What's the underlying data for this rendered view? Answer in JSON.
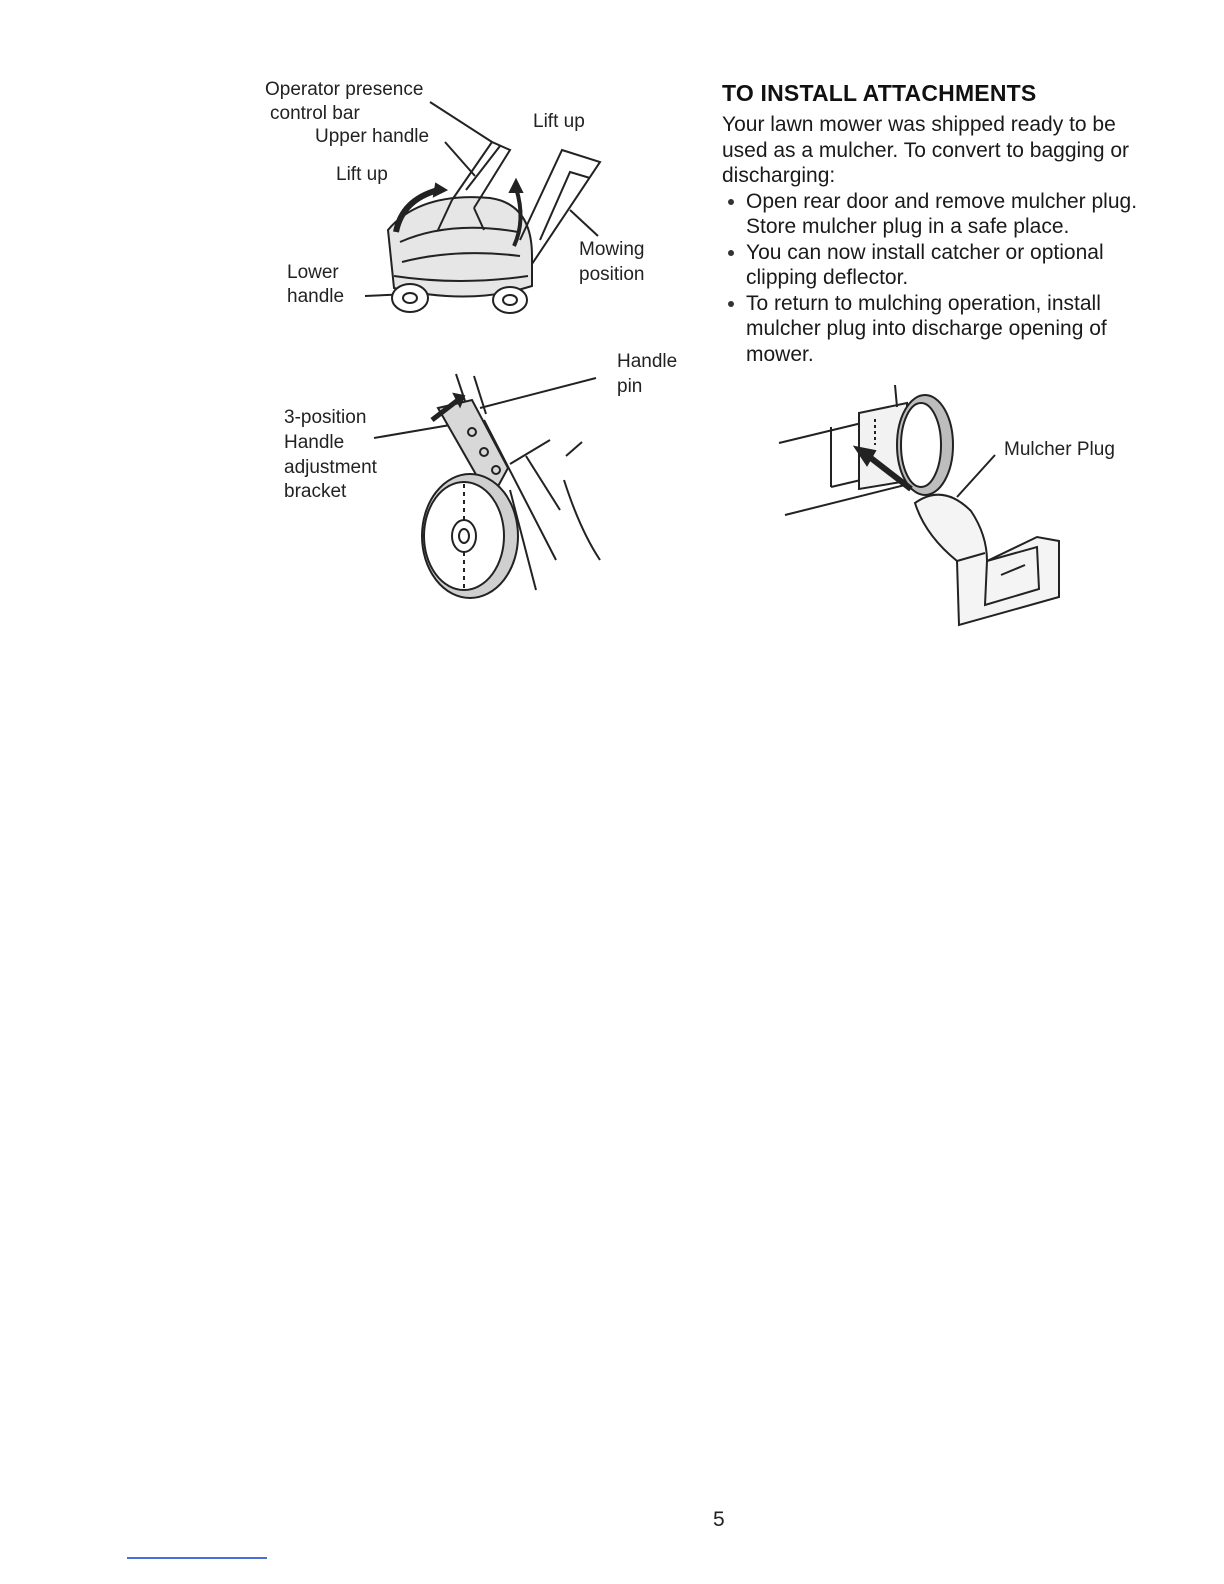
{
  "figure_1": {
    "labels": {
      "operator_bar_1": "Operator presence",
      "operator_bar_2": "control bar",
      "upper_handle": "Upper handle",
      "lift_up_left": "Lift up",
      "lift_up_right": "Lift up",
      "mowing_1": "Mowing",
      "mowing_2": "position",
      "lower_handle_1": "Lower",
      "lower_handle_2": "handle"
    }
  },
  "figure_2": {
    "labels": {
      "handle_pin_1": "Handle",
      "handle_pin_2": "pin",
      "bracket_1": "3-position",
      "bracket_2": "Handle",
      "bracket_3": "adjustment",
      "bracket_4": "bracket"
    }
  },
  "section": {
    "heading": "TO INSTALL ATTACHMENTS",
    "intro": "Your lawn mower was shipped ready to be used as a mulcher. To convert to bagging or discharging:",
    "bullets": [
      "Open rear door and remove mulcher plug. Store mulcher plug in a safe place.",
      "You can now install catcher or optional clipping deflector.",
      "To return to mulching operation, install mulcher plug into discharge opening of mower."
    ]
  },
  "figure_3": {
    "labels": {
      "mulcher_plug": "Mulcher Plug"
    }
  },
  "page_number": "5"
}
